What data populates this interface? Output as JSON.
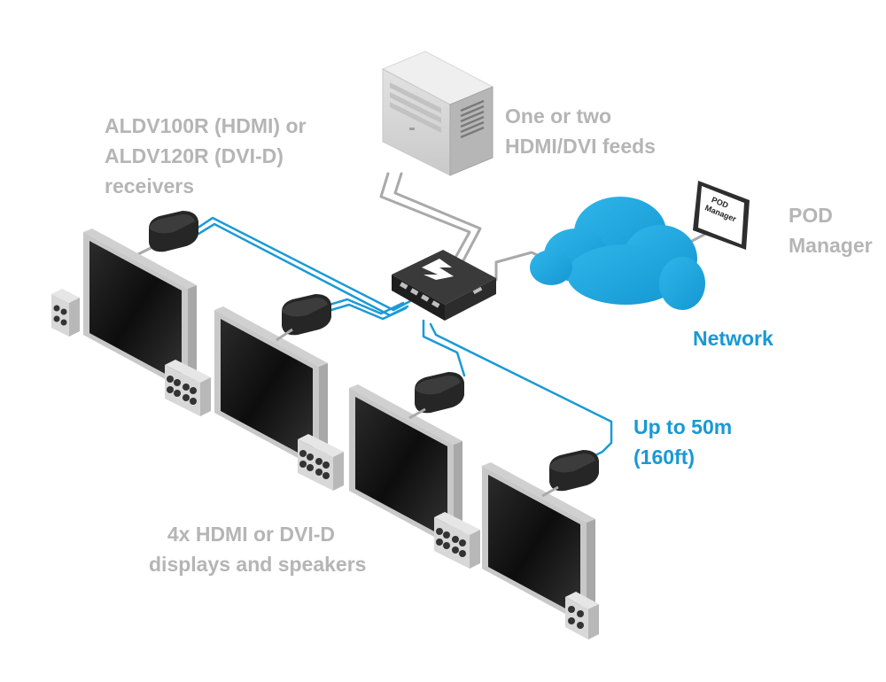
{
  "labels": {
    "receivers": [
      "ALDV100R (HDMI) or",
      "ALDV120R (DVI-D)",
      "receivers"
    ],
    "feeds": [
      "One or two",
      "HDMI/DVI feeds"
    ],
    "pod_manager": [
      "POD",
      "Manager"
    ],
    "network": "Network",
    "distance": [
      "Up to 50m",
      "(160ft)"
    ],
    "displays": [
      "4x HDMI or DVI-D",
      "displays and speakers"
    ],
    "tablet_text": [
      "POD",
      "Manager"
    ]
  },
  "colors": {
    "blue_cable": "#1a9ad6",
    "grey_cable": "#a8a8a8",
    "cloud": "#1ea9e1",
    "label_grey": "#b5b5b5",
    "label_blue": "#169ad6"
  },
  "counts": {
    "displays": 4,
    "receivers": 4
  }
}
